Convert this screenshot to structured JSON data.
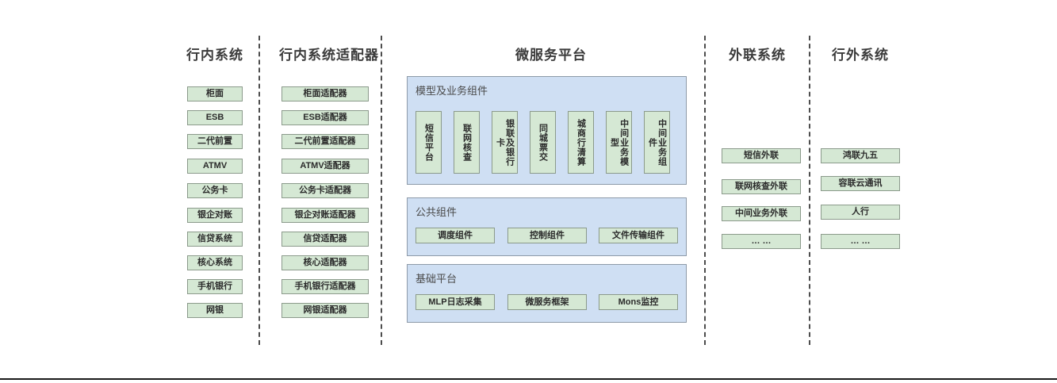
{
  "colors": {
    "node_fill": "#d5e8d4",
    "node_border": "#8b9a8b",
    "panel_fill": "#cfdff3",
    "panel_border": "#8d9aa8",
    "divider": "#4d4d4d",
    "text": "#3b3b3b"
  },
  "columns": [
    {
      "id": "in-bank-systems",
      "title": "行内系统",
      "items": [
        "柜面",
        "ESB",
        "二代前置",
        "ATMV",
        "公务卡",
        "银企对账",
        "信贷系统",
        "核心系统",
        "手机银行",
        "网银"
      ]
    },
    {
      "id": "in-bank-adapters",
      "title": "行内系统适配器",
      "items": [
        "柜面适配器",
        "ESB适配器",
        "二代前置适配器",
        "ATMV适配器",
        "公务卡适配器",
        "银企对账适配器",
        "信贷适配器",
        "核心适配器",
        "手机银行适配器",
        "网银适配器"
      ]
    },
    {
      "id": "external-liaison-systems",
      "title": "外联系统",
      "items": [
        "短信外联",
        "联网核查外联",
        "中间业务外联",
        "… …"
      ]
    },
    {
      "id": "out-of-bank-systems",
      "title": "行外系统",
      "items": [
        "鸿联九五",
        "容联云通讯",
        "人行",
        "… …"
      ]
    }
  ],
  "platform": {
    "title": "微服务平台",
    "panels": [
      {
        "id": "model-business-components",
        "label": "模型及业务组件",
        "orientation": "vertical",
        "items": [
          "短信平台",
          "联网核查",
          "银联及银行卡",
          "同城票交",
          "城商行清算",
          "中间业务模型",
          "中间业务组件"
        ]
      },
      {
        "id": "public-components",
        "label": "公共组件",
        "orientation": "horizontal",
        "items": [
          "调度组件",
          "控制组件",
          "文件传输组件"
        ]
      },
      {
        "id": "base-platform",
        "label": "基础平台",
        "orientation": "horizontal",
        "items": [
          "MLP日志采集",
          "微服务框架",
          "Mons监控"
        ]
      }
    ]
  }
}
